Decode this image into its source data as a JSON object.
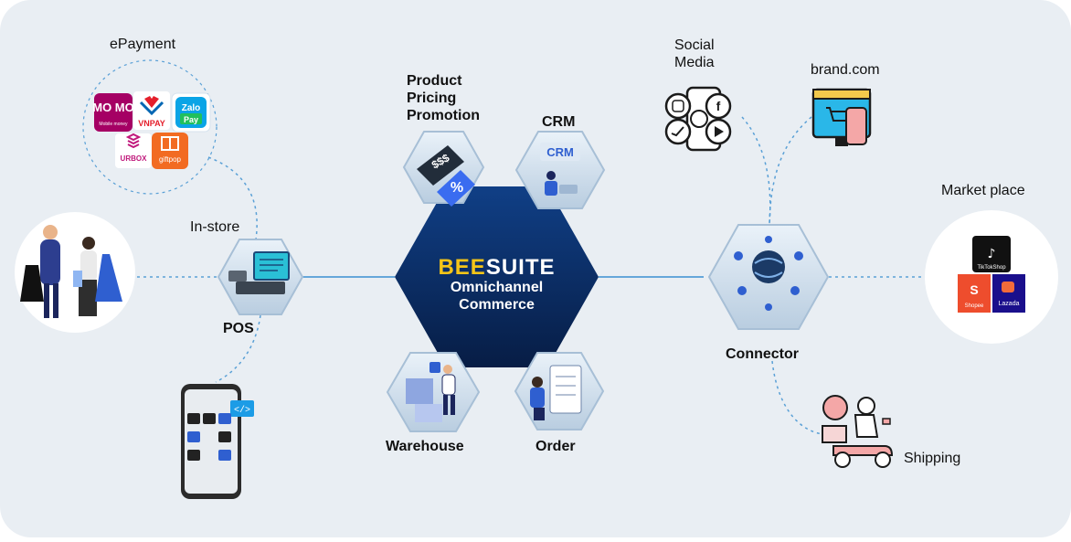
{
  "colors": {
    "background": "#e9eef3",
    "hex_dark": "#0a2a5e",
    "hex_light": "#c9d9e8",
    "brand_gold": "#f5c518",
    "dashed_line": "#5aa0d6",
    "solid_line": "#3b8fd1"
  },
  "center": {
    "brand_part1": "BEE",
    "brand_part2": "SUITE",
    "subtitle_line1": "Omnichannel",
    "subtitle_line2": "Commerce"
  },
  "modules": {
    "product": "Product\nPricing\nPromotion",
    "crm": "CRM",
    "crm_icon_text": "CRM",
    "warehouse": "Warehouse",
    "order": "Order"
  },
  "left": {
    "epayment": "ePayment",
    "in_store": "In-store",
    "pos": "POS",
    "wallets": {
      "momo": "MO MO",
      "momo_sub": "Mobile money",
      "vnpay": "VNPAY",
      "zalo": "Zalo Pay",
      "urbox": "URBOX",
      "giftpop": "giftpop"
    }
  },
  "right": {
    "social_media": "Social\nMedia",
    "brand_com": "brand.com",
    "market_place": "Market place",
    "connector": "Connector",
    "shipping": "Shipping",
    "marketplaces": {
      "tiktok": "TikTokShop",
      "shopee": "Shopee",
      "lazada": "Lazada"
    }
  },
  "icons": [
    "momo-logo",
    "vnpay-logo",
    "zalopay-logo",
    "urbox-logo",
    "giftpop-logo",
    "pos-terminal",
    "shoppers-illustration",
    "smartphone-app",
    "social-icons",
    "storefront-monitor",
    "globe-network",
    "tiktok-shop-logo",
    "shopee-logo",
    "lazada-logo",
    "delivery-scooter",
    "price-tag",
    "crm-worker",
    "warehouse-boxes",
    "order-clipboard"
  ]
}
